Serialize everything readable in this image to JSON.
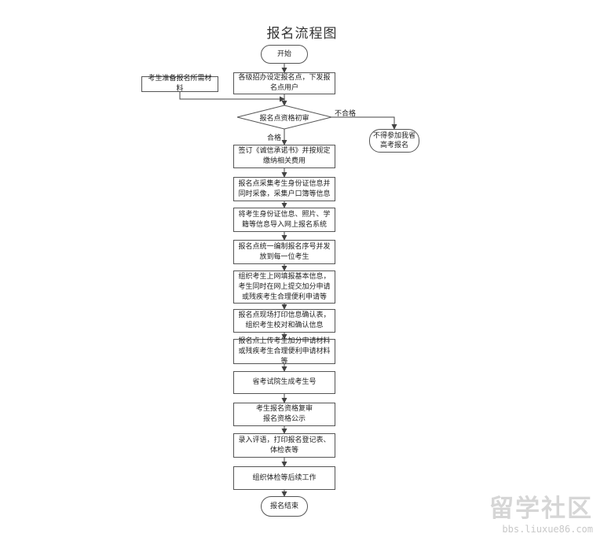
{
  "diagram": {
    "title": "报名流程图",
    "start": "开始",
    "end": "报名结束",
    "side_materials": "考生准备报名所需材料",
    "steps": [
      "各级招办设定报名点，下发报名点用户",
      "签订《诚信承诺书》并按规定缴纳相关费用",
      "报名点采集考生身份证信息并同时采像，采集户口簿等信息",
      "将考生身份证信息、照片、学籍等信息导入网上报名系统",
      "报名点统一编制报名序号并发放到每一位考生",
      "组织考生上网填报基本信息，考生同时在网上提交加分申请或残疾考生合理便利申请等",
      "报名点现场打印信息确认表，组织考生校对和确认信息",
      "报名点上传考生加分申请材料或残疾考生合理便利申请材料等",
      "省考试院生成考生号",
      "考生报名资格复审\n报名资格公示",
      "录入评语，打印报名登记表、体检表等",
      "组织体检等后续工作"
    ],
    "decision": "报名点资格初审",
    "fail_label": "不合格",
    "pass_label": "合格",
    "fail_result": "不得参加我省高考报名"
  },
  "watermark": {
    "brand": "留学社区",
    "url": "bbs.liuxue86.com"
  }
}
